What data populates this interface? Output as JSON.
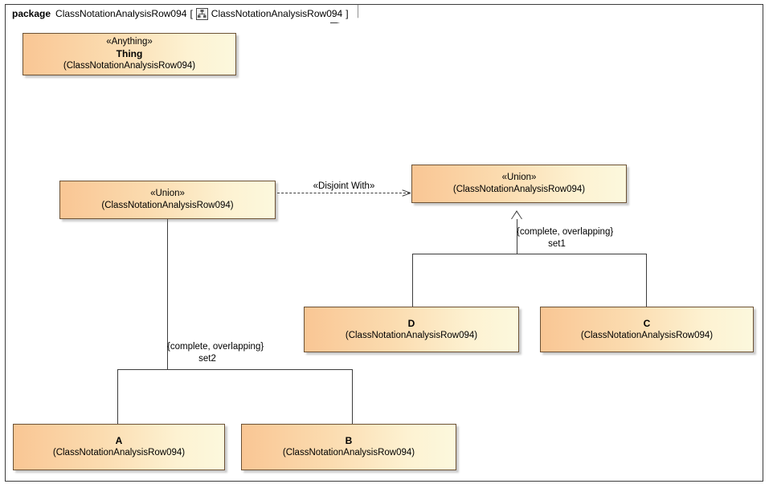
{
  "package": {
    "keyword": "package",
    "name": "ClassNotationAnalysisRow094",
    "bracket_open": "[",
    "bracket_close": "]",
    "diagram_icon": "class-diagram-icon",
    "diagram_name": "ClassNotationAnalysisRow094"
  },
  "colors": {
    "box_fill_left": "#f9c694",
    "box_fill_right": "#fcf8dd",
    "box_border": "#6b5134",
    "connector": "#3c3c3c",
    "frame_border": "#3c3c3c",
    "canvas_background": "#ffffff"
  },
  "classes": [
    {
      "id": "thing",
      "stereotype": "«Anything»",
      "name": "Thing",
      "qualifier": "(ClassNotationAnalysisRow094)"
    },
    {
      "id": "union-left",
      "stereotype": "«Union»",
      "name": "",
      "qualifier": "(ClassNotationAnalysisRow094)"
    },
    {
      "id": "union-right",
      "stereotype": "«Union»",
      "name": "",
      "qualifier": "(ClassNotationAnalysisRow094)"
    },
    {
      "id": "d",
      "stereotype": "",
      "name": "D",
      "qualifier": "(ClassNotationAnalysisRow094)"
    },
    {
      "id": "c",
      "stereotype": "",
      "name": "C",
      "qualifier": "(ClassNotationAnalysisRow094)"
    },
    {
      "id": "a",
      "stereotype": "",
      "name": "A",
      "qualifier": "(ClassNotationAnalysisRow094)"
    },
    {
      "id": "b",
      "stereotype": "",
      "name": "B",
      "qualifier": "(ClassNotationAnalysisRow094)"
    }
  ],
  "connectors": {
    "dependency": {
      "label": "«Disjoint With»",
      "style": "dashed",
      "arrow": "open",
      "from": "union-left",
      "to": "union-right"
    },
    "generalization_set_1": {
      "constraint": "{complete, overlapping}",
      "name": "set1",
      "parent": "union-right",
      "children": [
        "d",
        "c"
      ]
    },
    "generalization_set_2": {
      "constraint": "{complete, overlapping}",
      "name": "set2",
      "parent": "union-left",
      "children": [
        "a",
        "b"
      ]
    }
  }
}
